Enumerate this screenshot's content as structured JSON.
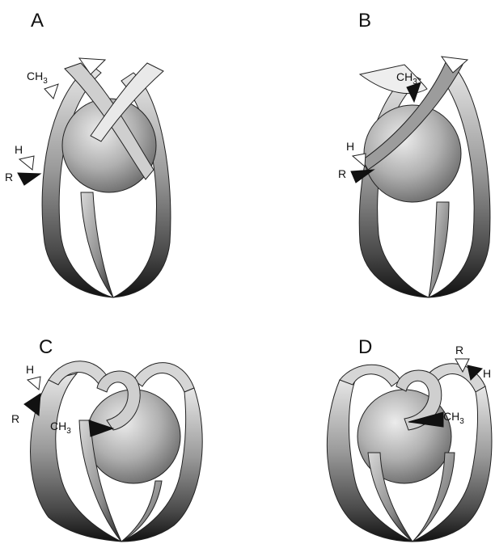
{
  "panels": [
    {
      "letter": "A",
      "labels": {
        "ch3": "CH",
        "ch3_sub": "3",
        "h": "H",
        "r": "R"
      }
    },
    {
      "letter": "B",
      "labels": {
        "ch3": "CH",
        "ch3_sub": "3",
        "h": "H",
        "r": "R"
      }
    },
    {
      "letter": "C",
      "labels": {
        "ch3": "CH",
        "ch3_sub": "3",
        "h": "H",
        "r": "R"
      }
    },
    {
      "letter": "D",
      "labels": {
        "ch3": "CH",
        "ch3_sub": "3",
        "h": "H",
        "r": "R"
      }
    }
  ],
  "colors": {
    "ribbon_dark": "#111111",
    "ribbon_mid": "#8a8a8a",
    "ribbon_light": "#e6e6e6",
    "sphere_light": "#e8e8e8",
    "sphere_dark": "#6e6e6e"
  }
}
